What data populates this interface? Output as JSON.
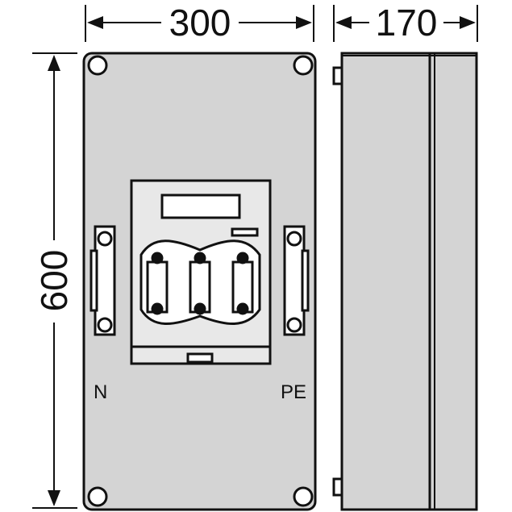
{
  "dimensions": {
    "width": "300",
    "depth": "170",
    "height": "600"
  },
  "labels": {
    "neutral": "N",
    "protective_earth": "PE"
  },
  "colors": {
    "housing_fill": "#d4d4d4",
    "panel_fill": "#e8e8e8",
    "stroke": "#111111",
    "background": "#ffffff"
  }
}
